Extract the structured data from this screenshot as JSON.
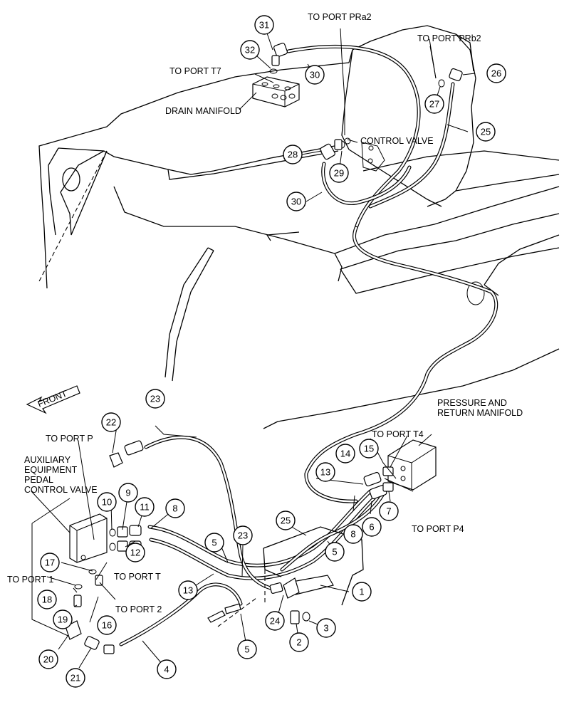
{
  "labels": {
    "to_port_pra2": "TO PORT PRa2",
    "to_port_prb2": "TO PORT PRb2",
    "to_port_t7": "TO PORT T7",
    "drain_manifold": "DRAIN MANIFOLD",
    "control_valve": "CONTROL VALVE",
    "front": "FRONT",
    "pressure_return_manifold_1": "PRESSURE AND",
    "pressure_return_manifold_2": "RETURN MANIFOLD",
    "to_port_t4": "TO PORT T4",
    "to_port_p4": "TO PORT P4",
    "to_port_p": "TO PORT P",
    "aux_valve_1": "AUXILIARY",
    "aux_valve_2": "EQUIPMENT",
    "aux_valve_3": "PEDAL",
    "aux_valve_4": "CONTROL VALVE",
    "to_port_t": "TO PORT T",
    "to_port_1": "TO PORT 1",
    "to_port_2": "TO PORT 2"
  },
  "callouts": [
    "1",
    "2",
    "3",
    "4",
    "5",
    "5",
    "5",
    "6",
    "7",
    "8",
    "8",
    "9",
    "10",
    "11",
    "12",
    "13",
    "13",
    "14",
    "15",
    "16",
    "17",
    "18",
    "19",
    "20",
    "21",
    "22",
    "23",
    "23",
    "24",
    "25",
    "25",
    "26",
    "27",
    "28",
    "29",
    "30",
    "30",
    "31",
    "32"
  ]
}
